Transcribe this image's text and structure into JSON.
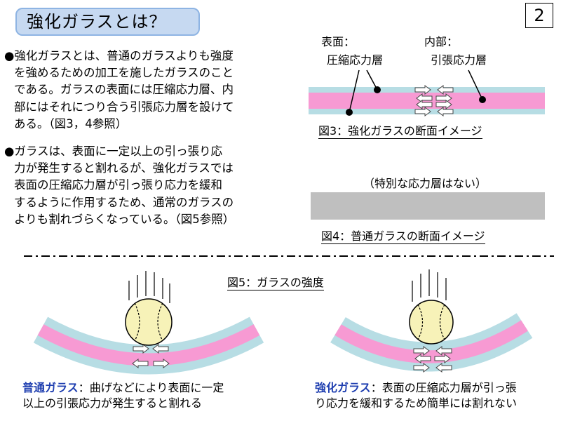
{
  "page": {
    "title": "強化ガラスとは？",
    "page_number": "2"
  },
  "paragraphs": [
    {
      "bullet": "●",
      "lines": [
        "強化ガラスとは、普通のガラスよりも強度",
        "を強めるための加工を施したガラスのこと",
        "である。ガラスの表面には圧縮応力層、内",
        "部にはそれにつり合う引張応力層を設けて",
        "ある。（図3，4参照）"
      ]
    },
    {
      "bullet": "●",
      "lines": [
        "ガラスは、表面に一定以上の引っ張り応",
        "力が発生すると割れるが、強化ガラスでは",
        "表面の圧縮応力層が引っ張り応力を緩和",
        "するように作用するため、通常のガラスの",
        "よりも割れづらくなっている。（図5参照）"
      ]
    }
  ],
  "fig3": {
    "surface_label": "表面：",
    "surface_sublabel": "圧縮応力層",
    "inner_label": "内部：",
    "inner_sublabel": "引張応力層",
    "caption": "図3：強化ガラスの断面イメージ"
  },
  "fig4": {
    "note": "（特別な応力層はない）",
    "caption": "図4：普通ガラスの断面イメージ"
  },
  "fig5": {
    "caption": "図5：ガラスの強度",
    "left": {
      "name": "普通ガラス",
      "desc_line1": "：曲げなどにより表面に一定",
      "desc_line2": "以上の引張応力が発生すると割れる"
    },
    "right": {
      "name": "強化ガラス",
      "desc_line1": "：表面の圧縮応力層が引っ張",
      "desc_line2": "り応力を緩和するため簡単には割れない"
    }
  },
  "colors": {
    "compressive_layer": "#b7dde4",
    "tensile_layer": "#f79ad3",
    "plain_glass": "#bfbfbf",
    "title_fill": "#c6d9f1",
    "emphasis_text": "#1f3fb0"
  }
}
